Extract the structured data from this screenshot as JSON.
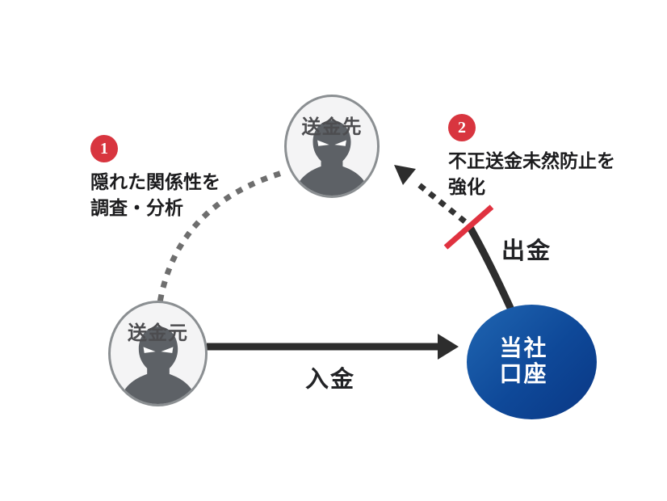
{
  "nodes": {
    "recipient": {
      "label": "送金先"
    },
    "sender": {
      "label": "送金元"
    },
    "company_account": {
      "line1": "当社",
      "line2": "口座"
    }
  },
  "edges": {
    "deposit": {
      "label": "入金"
    },
    "withdrawal": {
      "label": "出金"
    }
  },
  "annotations": {
    "step1": {
      "badge": "1",
      "lines": [
        "隠れた関係性を",
        "調査・分析"
      ]
    },
    "step2": {
      "badge": "2",
      "lines": [
        "不正送金未然防止を",
        "強化"
      ]
    }
  },
  "colors": {
    "badge_red": "#d8353f",
    "block_bar_red": "#e03240",
    "account_blue_light": "#2066b2",
    "account_blue_dark": "#0a3784",
    "line_black": "#2d2d2d",
    "relation_dot_gray": "#6e6e6e",
    "node_fill": "#f4f4f5",
    "node_border": "#8b8f92",
    "silhouette_gray": "#5d6166",
    "text_dark": "#1c1c1e"
  }
}
